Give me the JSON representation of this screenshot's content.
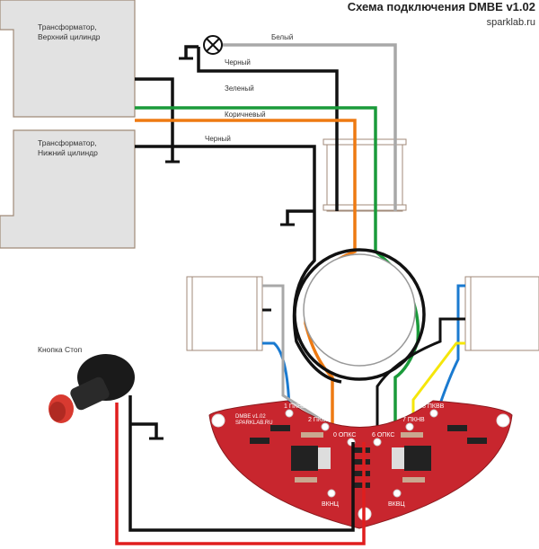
{
  "header": {
    "title": "Схема подключения DMBE v1.02",
    "site": "sparklab.ru"
  },
  "transformers": [
    {
      "line1": "Трансформатор,",
      "line2": "Верхний цилиндр"
    },
    {
      "line1": "Трансформатор,",
      "line2": "Нижний цилиндр"
    }
  ],
  "wires": {
    "white": "Белый",
    "black1": "Черный",
    "green": "Зеленый",
    "brown": "Коричневый",
    "black2": "Черный"
  },
  "stop_button": "Кнопка Стоп",
  "board": {
    "label1": "DMBE v1.02",
    "label2": "SPARKLAB.RU",
    "pins": [
      "1 ПКНВ",
      "2 ПКВВ",
      "0 ОПКС",
      "6 ОПКС",
      "7 ПКНВ",
      "8 ПКВВ",
      "ВКНЦ",
      "ВКВЦ"
    ]
  },
  "colors": {
    "black": "#111111",
    "green": "#1a9a3a",
    "orange": "#ee7a12",
    "white_wire": "#a8a8a8",
    "blue": "#1a7ad0",
    "yellow": "#f5e60a",
    "red": "#e01e1e",
    "board": "#c8262e",
    "transformer": "#e2e2e2"
  }
}
